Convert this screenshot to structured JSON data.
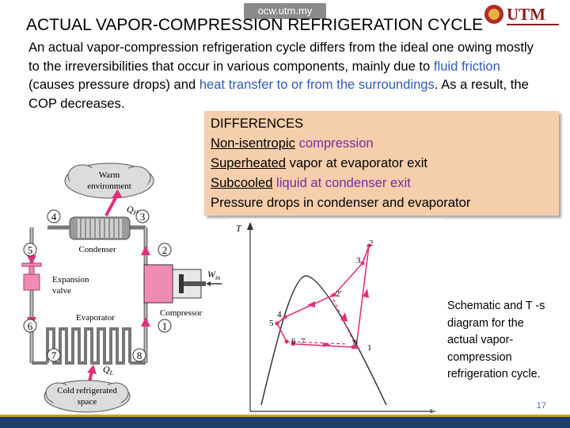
{
  "header": {
    "site_tag": "ocw.utm.my",
    "title": "ACTUAL VAPOR-COMPRESSION REFRIGERATION CYCLE",
    "logo_text": "UTM"
  },
  "intro": {
    "part1": "An actual vapor-compression refrigeration cycle differs from the ideal one owing mostly to the irreversibilities that occur in various components, mainly due to ",
    "link1": "fluid friction",
    "part2": " (causes pressure drops) and ",
    "link2": "heat transfer to or from the surroundings",
    "part3": ".  As a result, the COP decreases."
  },
  "differences": {
    "heading": "DIFFERENCES",
    "item1_under": "Non-isentropic",
    "item1_rest": " compression",
    "item2_under": "Superheated",
    "item2_rest": " vapor at evaporator exit",
    "item3_under": "Subcooled",
    "item3_rest": " liquid at condenser exit",
    "item4": "Pressure drops in condenser and evaporator"
  },
  "cycle_diagram": {
    "warm": "Warm environment",
    "qh": "QH",
    "condenser": "Condenser",
    "expansion": "Expansion valve",
    "win": "Win",
    "compressor": "Compressor",
    "evaporator": "Evaporator",
    "ql": "QL",
    "cold": "Cold refrigerated space",
    "state_labels": [
      "1",
      "2",
      "3",
      "4",
      "5",
      "6",
      "7",
      "8"
    ]
  },
  "ts_diagram": {
    "t_axis": "T",
    "s_axis": "s",
    "point_labels": [
      "1",
      "2",
      "2'",
      "3",
      "4",
      "5",
      "6",
      "7",
      "8"
    ]
  },
  "caption": "Schematic and T -s diagram for the actual vapor-compression refrigeration cycle.",
  "page_number": "17",
  "colors": {
    "box_bg": "#f5ceac",
    "link_blue": "#2f5bb7",
    "accent_purple": "#7030a0",
    "cycle_arrow": "#e0307a"
  }
}
